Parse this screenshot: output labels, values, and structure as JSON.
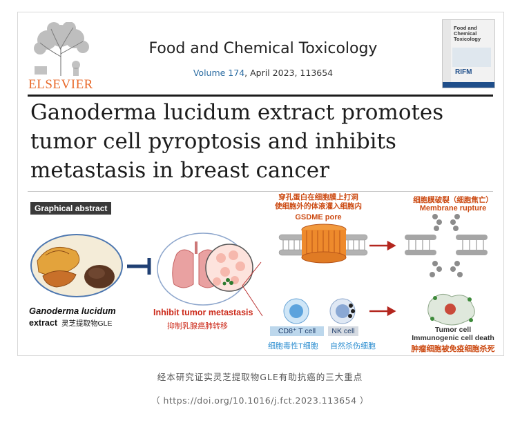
{
  "journal": {
    "publisher": "ELSEVIER",
    "name": "Food and Chemical Toxicology",
    "volume_link": "Volume 174",
    "volume_rest": ", April 2023, 113654",
    "cover_title": "Food and\nChemical\nToxicology",
    "cover_badge": "RIFM"
  },
  "article": {
    "title": "Ganoderma lucidum extract promotes tumor cell pyroptosis and inhibits metastasis in breast cancer"
  },
  "graphical_abstract": {
    "label": "Graphical abstract",
    "ganoderma_name": "Ganoderma lucidum",
    "ganoderma_extract": "extract",
    "ganoderma_cn": "灵芝提取物GLE",
    "inhibit_en": "Inhibit tumor metastasis",
    "inhibit_cn": "抑制乳腺癌肺转移",
    "pore_cn_line1": "穿孔蛋白在细胞膜上打洞",
    "pore_cn_line2": "使细胞外的体液灌入细胞内",
    "pore_en": "GSDME pore",
    "rupture_cn": "细胞膜破裂（细胞焦亡）",
    "rupture_en": "Membrane rupture",
    "cd8_label": "CD8⁺ T cell",
    "nk_label": "NK cell",
    "cd8_cn": "细胞毒性T细胞",
    "nk_cn": "自然杀伤细胞",
    "tumor_en": "Tumor cell\nImmunogenic cell death",
    "tumor_cn": "肿瘤细胞被免疫细胞杀死"
  },
  "caption": {
    "text": "经本研究证实灵芝提取物GLE有助抗癌的三大重点",
    "doi": "（ https://doi.org/10.1016/j.fct.2023.113654 ）"
  },
  "colors": {
    "publisher_orange": "#e8692a",
    "link_blue": "#2e6ea3",
    "annotation_red": "#cc2a1a",
    "annotation_orange": "#cc4a12",
    "cell_label_blue": "#2b8dd0"
  }
}
